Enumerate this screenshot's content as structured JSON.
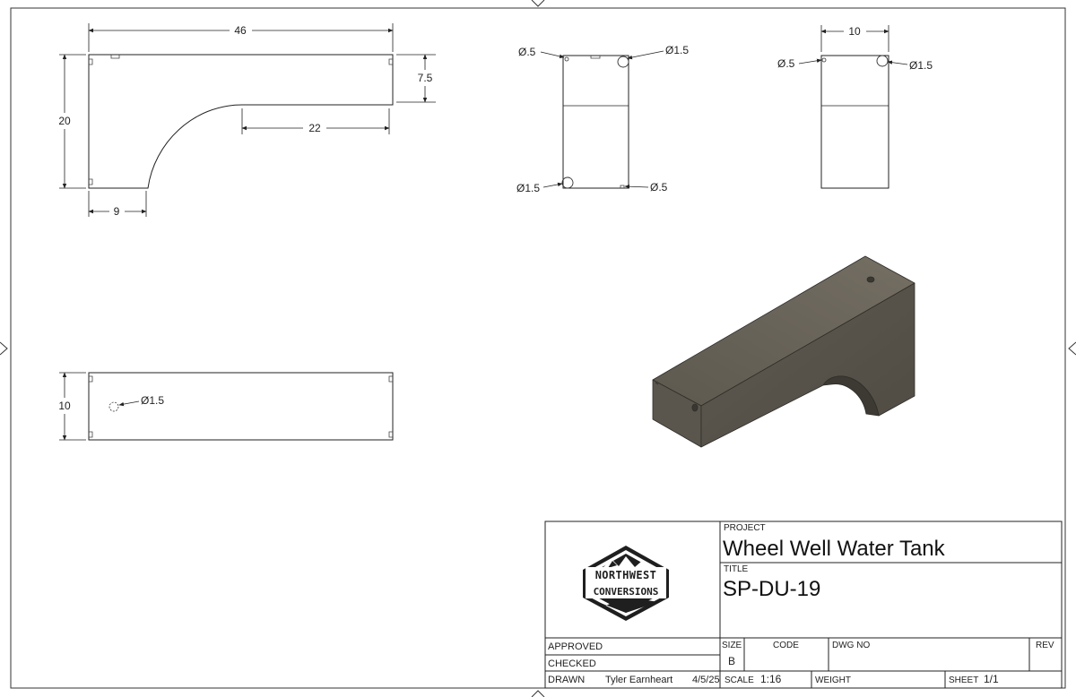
{
  "views": {
    "front": {
      "width": "46",
      "height": "20",
      "top_depth": "7.5",
      "arch_width": "22",
      "foot_width": "9"
    },
    "bottom": {
      "depth": "10",
      "hole": "Ø1.5"
    },
    "side_left": {
      "hole_top_left": "Ø.5",
      "hole_top_right": "Ø1.5",
      "hole_bottom_left": "Ø1.5",
      "hole_bottom_right": "Ø.5"
    },
    "side_right": {
      "width": "10",
      "hole_left": "Ø.5",
      "hole_right": "Ø1.5"
    }
  },
  "title_block": {
    "logo_line1": "NORTHWEST",
    "logo_line2": "CONVERSIONS",
    "project_label": "PROJECT",
    "project": "Wheel Well Water Tank",
    "title_label": "TITLE",
    "title": "SP-DU-19",
    "approved_label": "APPROVED",
    "checked_label": "CHECKED",
    "drawn_label": "DRAWN",
    "drawn_by": "Tyler Earnheart",
    "drawn_date": "4/5/25",
    "size_label": "SIZE",
    "size": "B",
    "code_label": "CODE",
    "dwg_no_label": "DWG NO",
    "rev_label": "REV",
    "scale_label": "SCALE",
    "scale": "1:16",
    "weight_label": "WEIGHT",
    "sheet_label": "SHEET",
    "sheet": "1/1"
  },
  "colors": {
    "line": "#222222",
    "iso_top": "#6d685e",
    "iso_front": "#57534a",
    "iso_side": "#4a463f"
  }
}
